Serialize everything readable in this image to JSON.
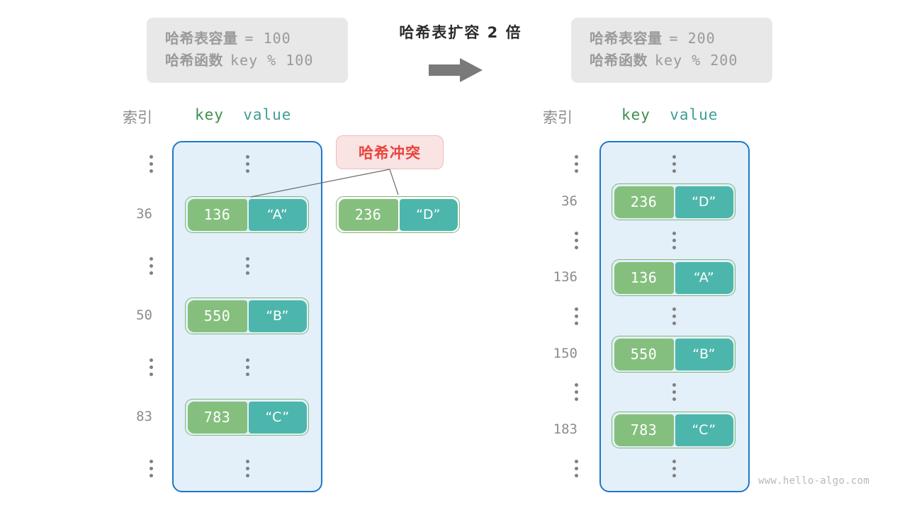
{
  "title": "哈希表扩容 2 倍",
  "colors": {
    "key_box": "#85bf7e",
    "value_box": "#4db6ac",
    "bucket_fill": "#e3f0fa",
    "bucket_border": "#2077c8",
    "badge_bg": "#fae3e3",
    "badge_text": "#e8453c",
    "panel_bg": "#e8e8e8",
    "muted_text": "#8c8c8c"
  },
  "left_panel": {
    "capacity_label": "哈希表容量",
    "capacity_value": "= 100",
    "function_label": "哈希函数",
    "function_value": "key % 100"
  },
  "right_panel": {
    "capacity_label": "哈希表容量",
    "capacity_value": "= 200",
    "function_label": "哈希函数",
    "function_value": "key % 200"
  },
  "arrow_icon": "right-arrow-icon",
  "headers": {
    "index": "索引",
    "key": "key",
    "value": "value"
  },
  "collision_badge": "哈希冲突",
  "left_table": {
    "rows": [
      {
        "index": "⋮",
        "type": "dots"
      },
      {
        "index": "36",
        "type": "pair",
        "key": "136",
        "value": "“A”"
      },
      {
        "index": "⋮",
        "type": "dots"
      },
      {
        "index": "50",
        "type": "pair",
        "key": "550",
        "value": "“B”"
      },
      {
        "index": "⋮",
        "type": "dots"
      },
      {
        "index": "83",
        "type": "pair",
        "key": "783",
        "value": "“C”"
      },
      {
        "index": "⋮",
        "type": "dots"
      }
    ]
  },
  "overflow_entry": {
    "key": "236",
    "value": "“D”"
  },
  "right_table": {
    "rows": [
      {
        "index": "⋮",
        "type": "dots"
      },
      {
        "index": "36",
        "type": "pair",
        "key": "236",
        "value": "“D”"
      },
      {
        "index": "⋮",
        "type": "dots"
      },
      {
        "index": "136",
        "type": "pair",
        "key": "136",
        "value": "“A”"
      },
      {
        "index": "⋮",
        "type": "dots"
      },
      {
        "index": "150",
        "type": "pair",
        "key": "550",
        "value": "“B”"
      },
      {
        "index": "⋮",
        "type": "dots"
      },
      {
        "index": "183",
        "type": "pair",
        "key": "783",
        "value": "“C”"
      },
      {
        "index": "⋮",
        "type": "dots"
      }
    ]
  },
  "watermark": "www.hello-algo.com"
}
